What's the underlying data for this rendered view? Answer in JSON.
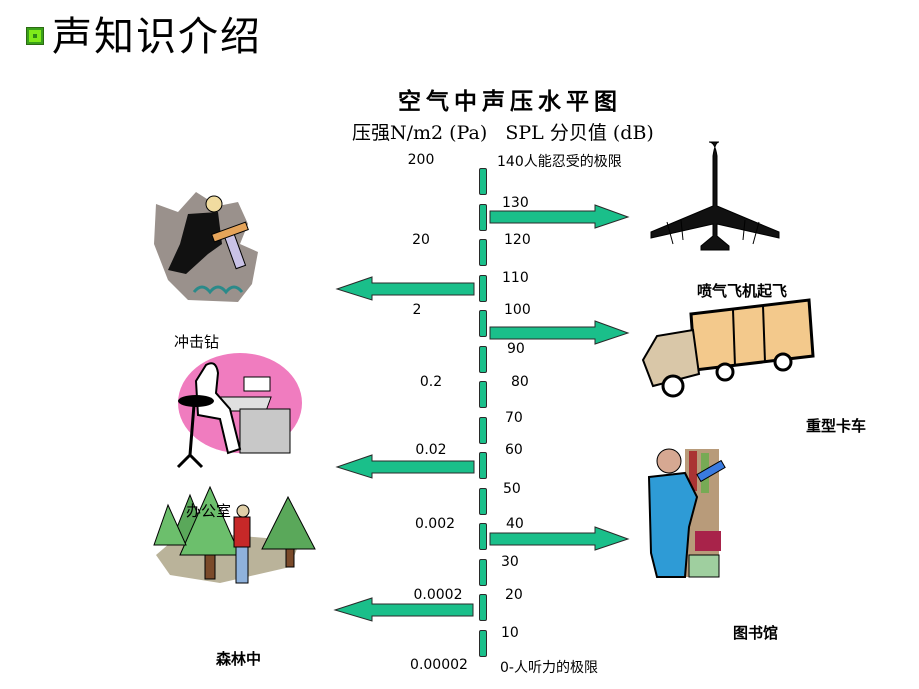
{
  "slide": {
    "title": "声知识介绍",
    "bullet_icon": "green-square-bullet-icon"
  },
  "diagram": {
    "title": "空气中声压水平图",
    "subtitle": "压强N/m2 (Pa)   SPL 分贝值 (dB)",
    "colors": {
      "bar": "#1abf8a",
      "arrow": "#1abf8a",
      "outline": "#2a2a2a",
      "bullet": "#7fea1a"
    },
    "pressure_labels": [
      "200",
      "20",
      "2",
      "0.2",
      "0.02",
      "0.002",
      "0.0002",
      "0.00002"
    ],
    "db_labels": [
      "140人能忍受的极限",
      "130",
      "120",
      "110",
      "100",
      "90",
      "80",
      "70",
      "60",
      "50",
      "40",
      "30",
      "20",
      "10",
      "0-人听力的极限"
    ],
    "scale_segments": 14,
    "arrows_right": [
      {
        "db": 130,
        "target": "喷气飞机起飞"
      },
      {
        "db": 100,
        "target": "重型卡车"
      },
      {
        "db": 40,
        "target": "图书馆"
      }
    ],
    "arrows_left": [
      {
        "db": 110,
        "target": "冲击钻"
      },
      {
        "db": 60,
        "target": "办公室"
      },
      {
        "db": 20,
        "target": "森林中"
      }
    ],
    "captions": {
      "jackhammer": "冲击钻",
      "office": "办公室",
      "forest": "森林中",
      "jet": "喷气飞机起飞",
      "truck": "重型卡车",
      "library": "图书馆"
    },
    "images": {
      "jackhammer": "jackhammer-worker-illustration",
      "office": "office-typist-illustration",
      "forest": "forest-hiker-illustration",
      "jet": "jet-airplane-illustration",
      "truck": "heavy-truck-illustration",
      "library": "library-reader-illustration"
    }
  }
}
